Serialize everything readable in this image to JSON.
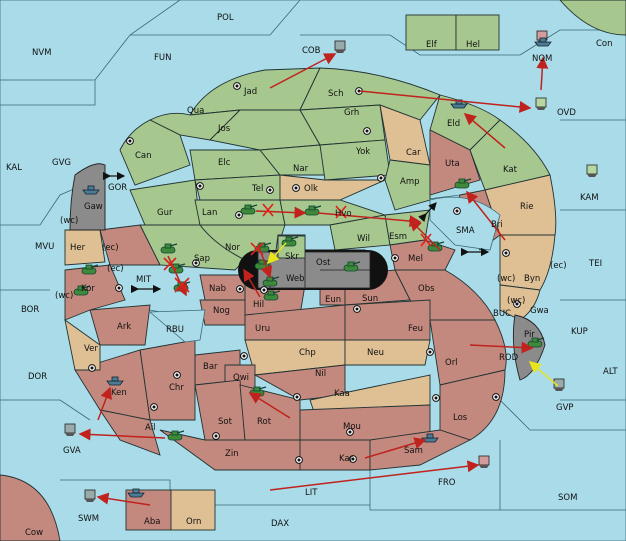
{
  "map": {
    "regions": {
      "pol": "POL",
      "nvm": "NVM",
      "fun": "FUN",
      "cob": "COB",
      "elf": "Elf",
      "hel": "Hel",
      "con": "Con",
      "nom": "NOM",
      "ovd": "OVD",
      "jad": "Jad",
      "sch": "Sch",
      "qua": "Qua",
      "jos": "Jos",
      "grh": "Grh",
      "can": "Can",
      "eld": "Eld",
      "yok": "Yok",
      "car": "Car",
      "elc": "Elc",
      "nar": "Nar",
      "uta": "Uta",
      "kat": "Kat",
      "kam": "KAM",
      "kal": "KAL",
      "gvg": "GVG",
      "gor": "GOR",
      "gaw": "Gaw",
      "tel": "Tel",
      "olk": "Olk",
      "amp": "Amp",
      "gur": "Gur",
      "lan": "Lan",
      "hvo": "Hvo",
      "rie": "Rie",
      "bri": "Bri",
      "sma": "SMA",
      "wil": "Wil",
      "esm": "Esm",
      "nor": "Nor",
      "skr": "Skr",
      "ost": "Ost",
      "mel": "Mel",
      "web": "Web",
      "byn": "Byn",
      "tei": "TEI",
      "mvu": "MVU",
      "her": "Her",
      "sap": "Sap",
      "kor": "Kor",
      "mit": "MIT",
      "nab": "Nab",
      "eun": "Eun",
      "sun": "Sun",
      "obs": "Obs",
      "gwa": "Gwa",
      "buc": "BUC",
      "kup": "KUP",
      "bor": "BOR",
      "ark": "Ark",
      "nog": "Nog",
      "hil": "Hil",
      "rbu": "RBU",
      "uru": "Uru",
      "feu": "Feu",
      "pir": "Pir",
      "ver": "Ver",
      "chp": "Chp",
      "neu": "Neu",
      "orl": "Orl",
      "rod": "ROD",
      "dor": "DOR",
      "bar": "Bar",
      "nil": "Nil",
      "alt": "ALT",
      "qwi": "Qwi",
      "ken": "Ken",
      "chr": "Chr",
      "kaa": "Kaa",
      "gvp": "GVP",
      "sot": "Sot",
      "rot": "Rot",
      "los": "Los",
      "ail": "Ail",
      "mou": "Mou",
      "gva": "GVA",
      "zin": "Zin",
      "sam": "Sam",
      "kar": "Kar",
      "fro": "FRO",
      "lit": "LIT",
      "som": "SOM",
      "swm": "SWM",
      "aba": "Aba",
      "orn": "Orn",
      "dax": "DAX",
      "cow": "Cow"
    },
    "coast_tags": {
      "wc1": "(wc)",
      "ec1": "(ec)",
      "wc2": "(wc)",
      "ec2": "(ec)",
      "wc3": "(wc)",
      "ec3": "(ec)",
      "wc4": "(wc)"
    },
    "colors": {
      "sea": "#a9dbe8",
      "green": "#a6c78e",
      "red": "#c4897e",
      "tan": "#dfbf94",
      "grey": "#8b8b8b",
      "order": "#c0221d",
      "support": "#e8e61a"
    }
  }
}
